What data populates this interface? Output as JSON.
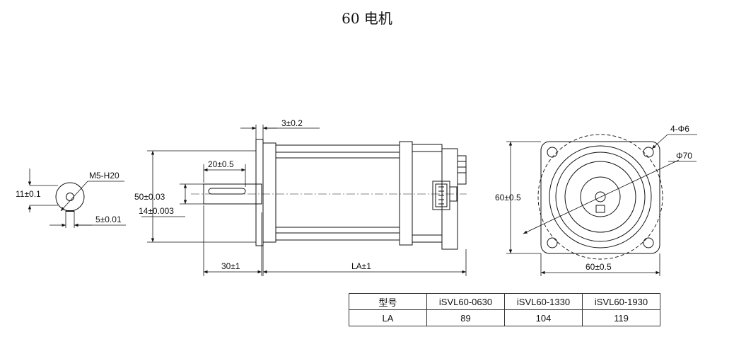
{
  "title": "60 电机",
  "dims": {
    "shaft_key": "M5-H20",
    "key_height": "11±0.1",
    "key_width": "5±0.01",
    "flange_thickness": "3±0.2",
    "key_length": "20±0.5",
    "pilot_dia": "50±0.03",
    "shaft_dia": "14±0.003",
    "shaft_length": "30±1",
    "body_length": "LA±1",
    "holes": "4-Φ6",
    "pcd": "Φ70",
    "flange_height": "60±0.5",
    "flange_width": "60±0.5"
  },
  "table": {
    "header": [
      "型号",
      "iSVL60-0630",
      "iSVL60-1330",
      "iSVL60-1930"
    ],
    "row": [
      "LA",
      "89",
      "104",
      "119"
    ]
  }
}
